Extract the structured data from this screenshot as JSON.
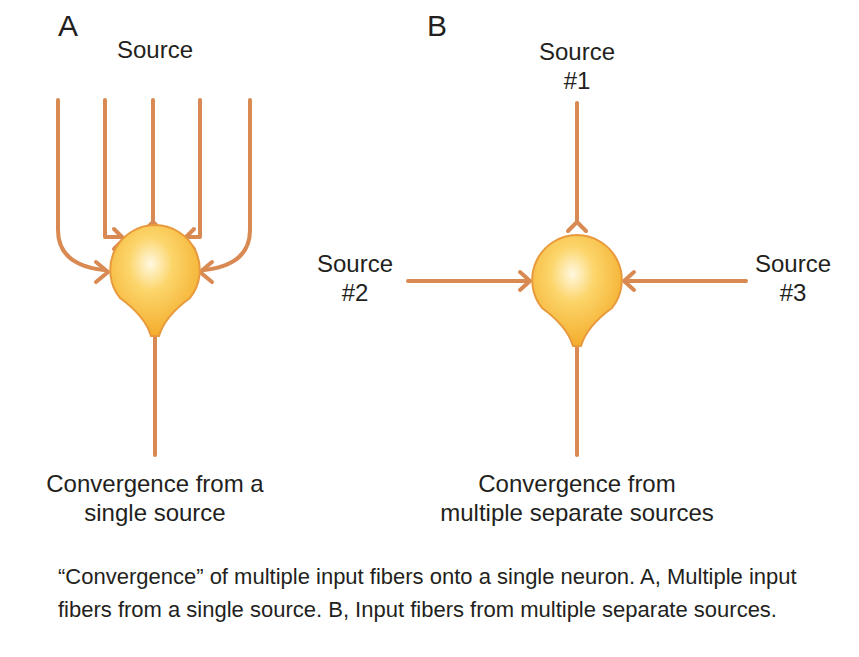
{
  "diagram": {
    "caption": "“Convergence” of multiple input fibers onto a single neuron. A, Multiple input fibers from a single source. B, Input fibers from multiple separate sources.",
    "labels": [
      "A",
      "B",
      "Source",
      "Source #1",
      "Source #2",
      "Source #3",
      "Convergence from a single source",
      "Convergence from multiple separate sources"
    ]
  }
}
